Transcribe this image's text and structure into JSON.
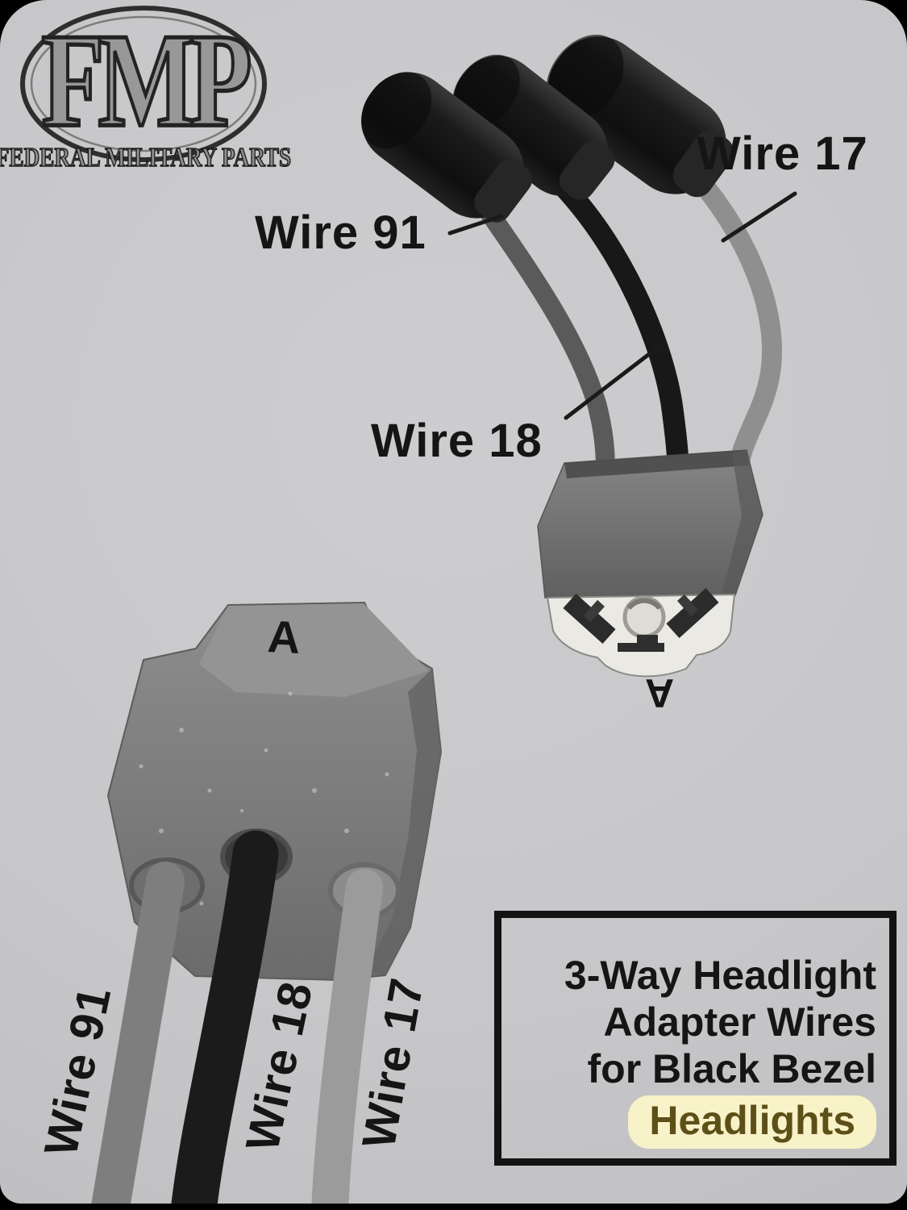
{
  "branding": {
    "monogram": "FMP",
    "caption": "FEDERAL MILITARY PARTS"
  },
  "wire_labels": {
    "top_left": "Wire 91",
    "top_right": "Wire 17",
    "middle": "Wire 18",
    "bottom": [
      "Wire 91",
      "Wire 18",
      "Wire 17"
    ]
  },
  "connector_marks": {
    "upper": "A",
    "lower": "A"
  },
  "info_box": {
    "line1": "3-Way Headlight",
    "line2": "Adapter Wires",
    "line3": "for Black Bezel",
    "highlight": "Headlights"
  },
  "colors": {
    "photo_background": "#c7c7c9",
    "frame": "#000000",
    "label_text": "#151515",
    "highlight_background": "#f8f2c8",
    "highlight_text": "#5c4f18",
    "wire_gray": "#7e7e7e",
    "wire_black": "#1b1b1b",
    "wire_light_gray": "#9b9b9b",
    "connector_gray": "#7b7b7b",
    "connector_face": "#ebe9e3"
  }
}
